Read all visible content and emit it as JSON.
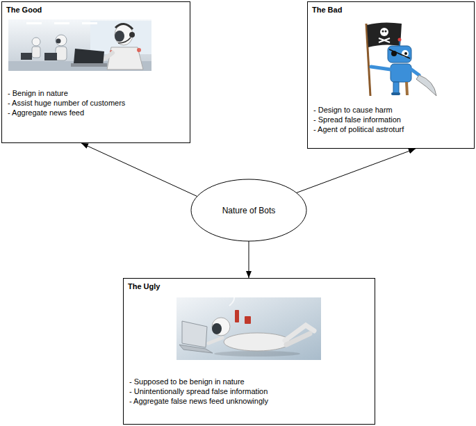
{
  "diagram": {
    "nodes": [
      {
        "text": [
          "The Good",
          "- Benign in nature",
          "- Assist huge number of customers",
          "- Aggregate news feed"
        ]
      },
      {
        "text": [
          "The Bad",
          "- Design to cause harm",
          "- Spread false information",
          "- Agent of political astroturf"
        ]
      },
      {
        "text": [
          "Nature of Bots"
        ]
      },
      {
        "text": [
          "The Ugly",
          "- Supposed to be benign in nature",
          "- Unintentionally spread false information",
          "- Aggregate false news feed unknowingly"
        ]
      }
    ],
    "edges": [
      {
        "from": 2,
        "to": 0,
        "arrow": "to"
      },
      {
        "from": 2,
        "to": 1,
        "arrow": "to"
      },
      {
        "from": 2,
        "to": 3,
        "arrow": "to"
      }
    ]
  }
}
